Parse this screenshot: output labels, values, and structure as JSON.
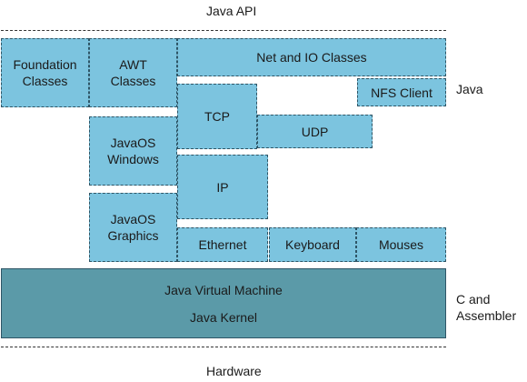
{
  "top_label": "Java API",
  "bottom_label": "Hardware",
  "side_labels": {
    "java": "Java",
    "c_asm": "C and\nAssembler"
  },
  "boxes": {
    "foundation": "Foundation\nClasses",
    "awt": "AWT\nClasses",
    "net_io": "Net and IO Classes",
    "nfs": "NFS Client",
    "tcp": "TCP",
    "udp": "UDP",
    "javaos_windows": "JavaOS\nWindows",
    "ip": "IP",
    "javaos_graphics": "JavaOS\nGraphics",
    "ethernet": "Ethernet",
    "keyboard": "Keyboard",
    "mouses": "Mouses"
  },
  "vm": {
    "line1": "Java Virtual Machine",
    "line2": "Java Kernel"
  },
  "colors": {
    "box_fill": "#7cc4df",
    "vm_fill": "#5b9aa8",
    "border": "#2e5566"
  }
}
